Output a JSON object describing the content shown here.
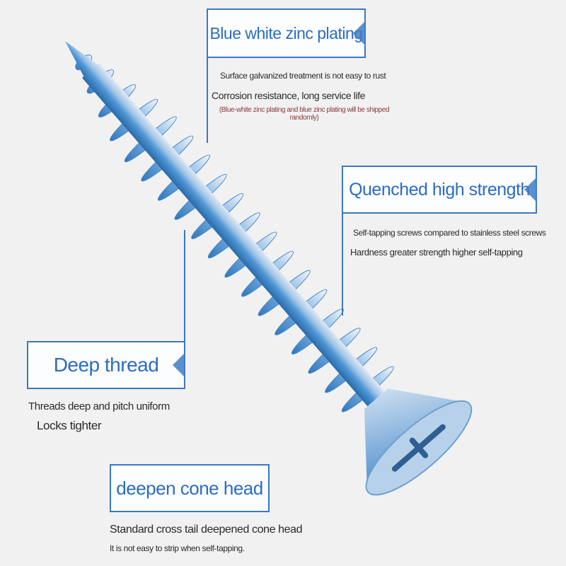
{
  "colors": {
    "accent": "#2c6cc2",
    "border": "#3d78c0",
    "note": "#8a3a3a",
    "background": "#f1f1f2"
  },
  "features": [
    {
      "title": "Blue white zinc plating",
      "lines": [
        "Surface galvanized treatment is not easy to rust",
        "Corrosion resistance, long service life"
      ],
      "note": "(Blue-white zinc plating and blue zinc plating will be shipped randomly)"
    },
    {
      "title": "Quenched high strength",
      "lines": [
        "Self-tapping screws compared to stainless steel screws",
        "Hardness greater strength higher self-tapping"
      ]
    },
    {
      "title": "Deep thread",
      "lines": [
        "Threads deep and pitch uniform",
        "Locks tighter"
      ]
    },
    {
      "title": "deepen cone head",
      "lines": [
        "Standard cross tail deepened cone head",
        "It is not easy to strip when self-tapping."
      ]
    }
  ]
}
